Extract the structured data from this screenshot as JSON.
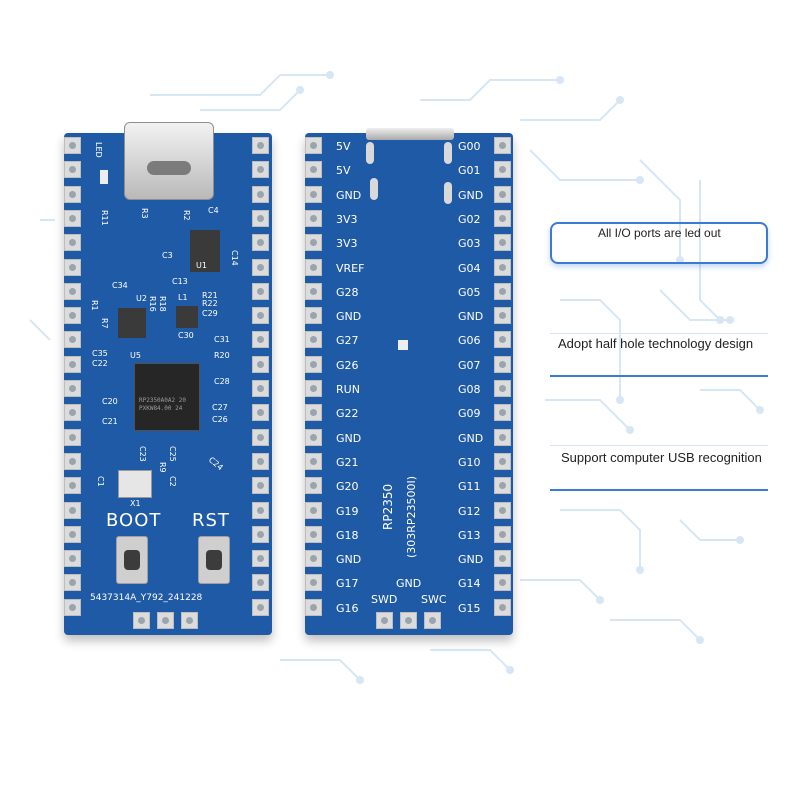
{
  "front_board": {
    "labels": {
      "led": "LED",
      "r11": "R11",
      "r3": "R3",
      "r2": "R2",
      "c4": "C4",
      "c3": "C3",
      "c14": "C14",
      "u1": "U1",
      "c13": "C13",
      "c34": "C34",
      "u2": "U2",
      "r1": "R1",
      "r7": "R7",
      "r16": "R16",
      "r18": "R18",
      "l1": "L1",
      "r21": "R21",
      "c29": "C29",
      "r22": "R22",
      "c30": "C30",
      "c31": "C31",
      "c35": "C35",
      "c22": "C22",
      "u5": "U5",
      "r20": "R20",
      "c28": "C28",
      "c20": "C20",
      "c21": "C21",
      "c27": "C27",
      "c26": "C26",
      "c23": "C23",
      "c25": "C25",
      "c24": "C24",
      "c1": "C1",
      "x1": "X1",
      "r9": "R9",
      "c2": "C2",
      "boot": "BOOT",
      "rst": "RST",
      "serial": "5437314A_Y792_241228"
    },
    "chip_text": [
      "RP2350A0A2 20",
      "PXKW84.00 24"
    ]
  },
  "back_board": {
    "left_pins": [
      "5V",
      "5V",
      "GND",
      "3V3",
      "3V3",
      "VREF",
      "G28",
      "GND",
      "G27",
      "G26",
      "RUN",
      "G22",
      "GND",
      "G21",
      "G20",
      "G19",
      "G18",
      "GND",
      "G17",
      "G16"
    ],
    "right_pins": [
      "G00",
      "G01",
      "GND",
      "G02",
      "G03",
      "G04",
      "G05",
      "GND",
      "G06",
      "G07",
      "G08",
      "G09",
      "GND",
      "G10",
      "G11",
      "G12",
      "G13",
      "GND",
      "G14",
      "G15"
    ],
    "bottom_labels": {
      "swd": "SWD",
      "gnd": "GND",
      "swc": "SWC"
    },
    "chip_name": "RP2350",
    "chip_code": "(303RP23500I)"
  },
  "callouts": [
    {
      "text": "All I/O ports are led out"
    },
    {
      "text": "Adopt half hole technology design"
    },
    {
      "text": "Support computer USB recognition"
    }
  ],
  "colors": {
    "board": "#1f5aa6",
    "accent": "#3a7bd5",
    "pad": "#dcdcdc",
    "trace": "#d6e6f5"
  }
}
